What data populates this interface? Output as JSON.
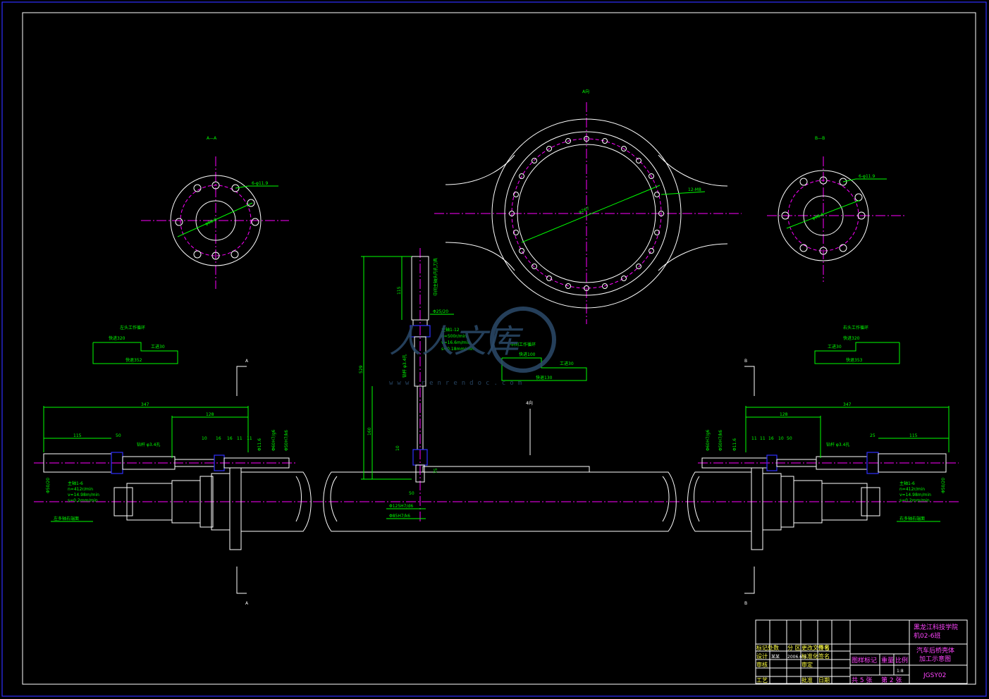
{
  "section_a": {
    "title": "A—A",
    "hole_label": "6-φ11.9",
    "pcd": "φ86.6"
  },
  "section_b": {
    "title": "B—B",
    "hole_label": "6-φ11.9",
    "pcd": "φ86.6"
  },
  "center_view": {
    "title": "A向",
    "dia": "φ267",
    "holes": "12-M8"
  },
  "left_cycle": {
    "title": "左头工作循环",
    "fast_forward": "快进320",
    "work_feed": "工进30",
    "fast_return": "快退352"
  },
  "right_cycle": {
    "title": "右头工作循环",
    "fast_forward": "快进320",
    "work_feed": "工进30",
    "fast_return": "快退353"
  },
  "mid_cycle": {
    "title": "中间工作循环",
    "fast_forward": "快进100",
    "work_feed": "工进30",
    "fast_return": "快退130"
  },
  "center_spindle": {
    "tool": "中间主轴头内孔刀具",
    "dim_115": "115",
    "dim_529": "529",
    "dim_160": "160",
    "dim_10": "10",
    "dim_50": "50",
    "dim_75": "75",
    "dim_25_20": "Φ25/20",
    "fit1": "Φ125H7/d6",
    "fit2": "Φ85H7/k6",
    "spindle_spec": "主轴1-12",
    "n": "n=500r/min",
    "v": "v=16.6m/min",
    "s": "s=0.18mm/min",
    "drill": "钻杆 φ3.4孔",
    "side": "4向"
  },
  "left_head": {
    "total": "347",
    "d1": "115",
    "d2": "50",
    "d3": "128",
    "d4": "10",
    "d5": "16",
    "d6": "16",
    "d7": "11",
    "d8": "11",
    "drill": "钻杆 φ3.4孔",
    "spindle_spec": "主轴1-6",
    "n": "n=412r/min",
    "v": "v=14.98m/min",
    "s": "s=0.2mm/min",
    "label": "左多轴右端面",
    "dia": "Φ50/20",
    "fit": "Φ60H7/g6",
    "fit2": "Φ50H7/k6",
    "f3": "Φ11.6",
    "sec": "A"
  },
  "right_head": {
    "total": "347",
    "d1": "115",
    "d2": "25",
    "d3": "128",
    "d4": "10",
    "d5": "11",
    "d6": "11",
    "d7": "16",
    "d8": "50",
    "drill": "钻杆 φ3.4孔",
    "spindle_spec": "主轴1-6",
    "n": "n=412r/min",
    "v": "v=14.98m/min",
    "s": "s=0.2mm/min",
    "label": "右多轴右端面",
    "dia": "Φ50/20",
    "fit": "Φ60H7/g6",
    "fit2": "Φ50H7/k6",
    "f3": "Φ11.6",
    "sec": "B"
  },
  "title_block": {
    "school": "黑龙江科技学院",
    "class": "机02-6班",
    "drawing_name_1": "汽车后桥壳体",
    "drawing_name_2": "加工示意图",
    "code": "JGSY02",
    "mark_label": "图样标记",
    "weight_label": "重量",
    "scale_label": "比例",
    "scale": "1:8",
    "sheets": "共 5 张",
    "sheet_no": "第 2 张",
    "rows": [
      "标记处数",
      "分 区",
      "更改文件号",
      "签名",
      "设计",
      "标准化",
      "签名",
      "审核",
      "工艺",
      "审定",
      "批准",
      "日期"
    ],
    "designer": "某某",
    "date": "2006.6.6"
  },
  "watermark": {
    "brand": "人人文库",
    "url": "www.renrendoc.com"
  }
}
